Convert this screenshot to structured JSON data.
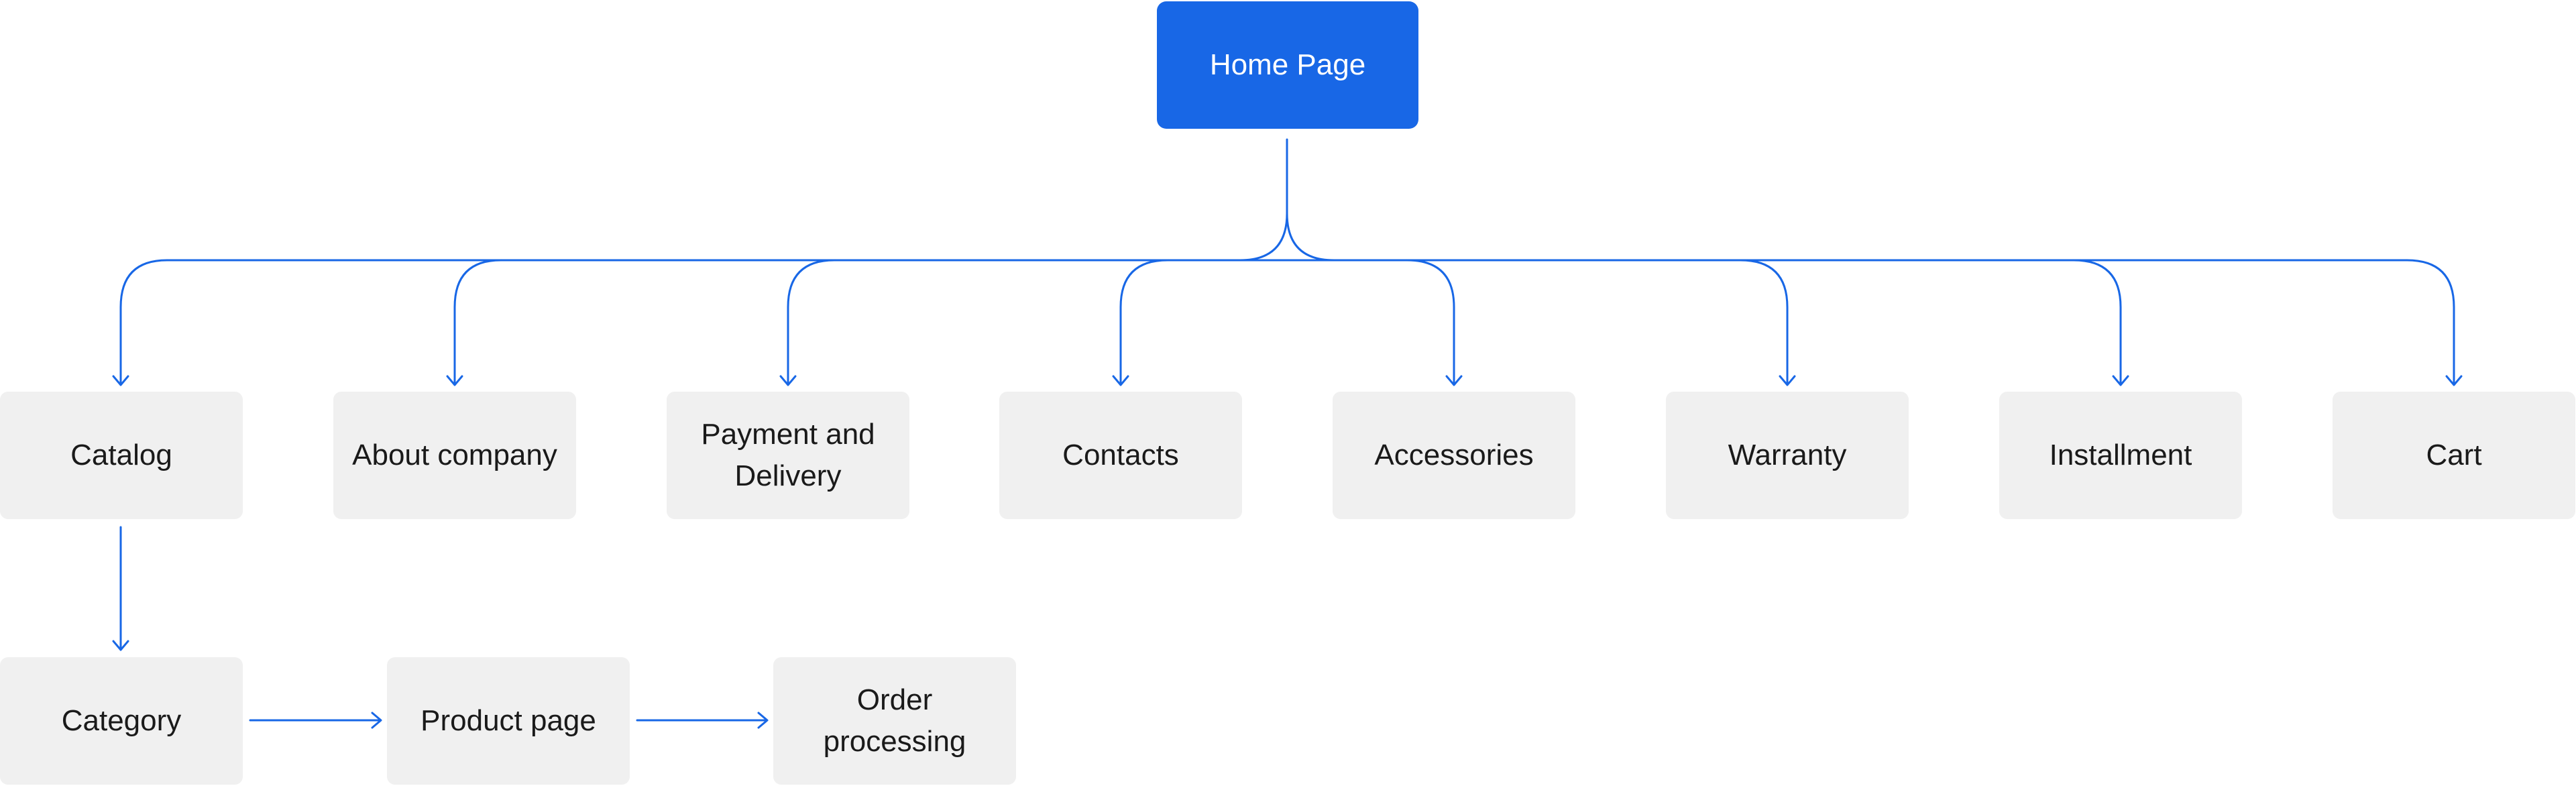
{
  "root": {
    "label": "Home Page"
  },
  "pages": [
    {
      "label": "Catalog"
    },
    {
      "label": "About company"
    },
    {
      "label": "Payment and Delivery"
    },
    {
      "label": "Contacts"
    },
    {
      "label": "Accessories"
    },
    {
      "label": "Warranty"
    },
    {
      "label": "Installment"
    },
    {
      "label": "Cart"
    }
  ],
  "catalog_flow": [
    {
      "label": "Category"
    },
    {
      "label": "Product page"
    },
    {
      "label": "Order processing"
    }
  ],
  "colors": {
    "accent": "#1867e6",
    "node_fill": "#f0f0f0",
    "node_text": "#1a1a1a",
    "root_text": "#ffffff",
    "connector": "#1867e6"
  }
}
